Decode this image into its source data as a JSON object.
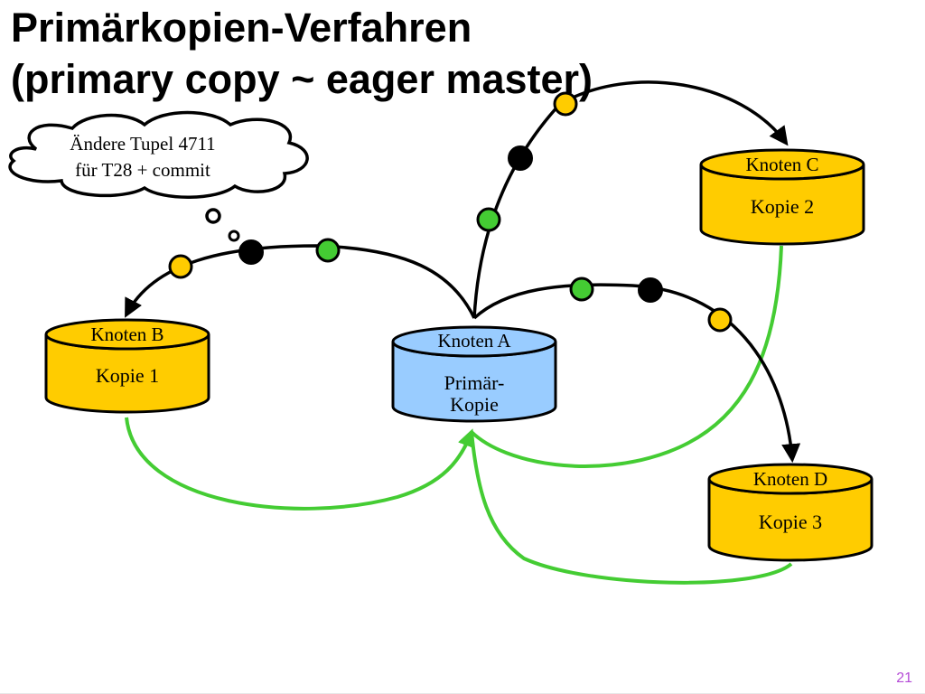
{
  "title": {
    "line1": "Primärkopien-Verfahren",
    "line2": "(primary copy ~ eager master)"
  },
  "thought_bubble": {
    "line1": "Ändere Tupel 4711",
    "line2": "für T28 + commit"
  },
  "nodes": {
    "a": {
      "name": "Knoten A",
      "line1": "Primär-",
      "line2": "Kopie"
    },
    "b": {
      "name": "Knoten B",
      "line1": "Kopie 1"
    },
    "c": {
      "name": "Knoten C",
      "line1": "Kopie 2"
    },
    "d": {
      "name": "Knoten D",
      "line1": "Kopie 3"
    }
  },
  "colors": {
    "primary_fill": "#99ccff",
    "copy_fill": "#ffcc00",
    "ack_line": "#44cc33",
    "dot_green": "#44cc33",
    "dot_yellow": "#ffcc00",
    "dot_black": "#000000"
  },
  "slide_number": "21"
}
